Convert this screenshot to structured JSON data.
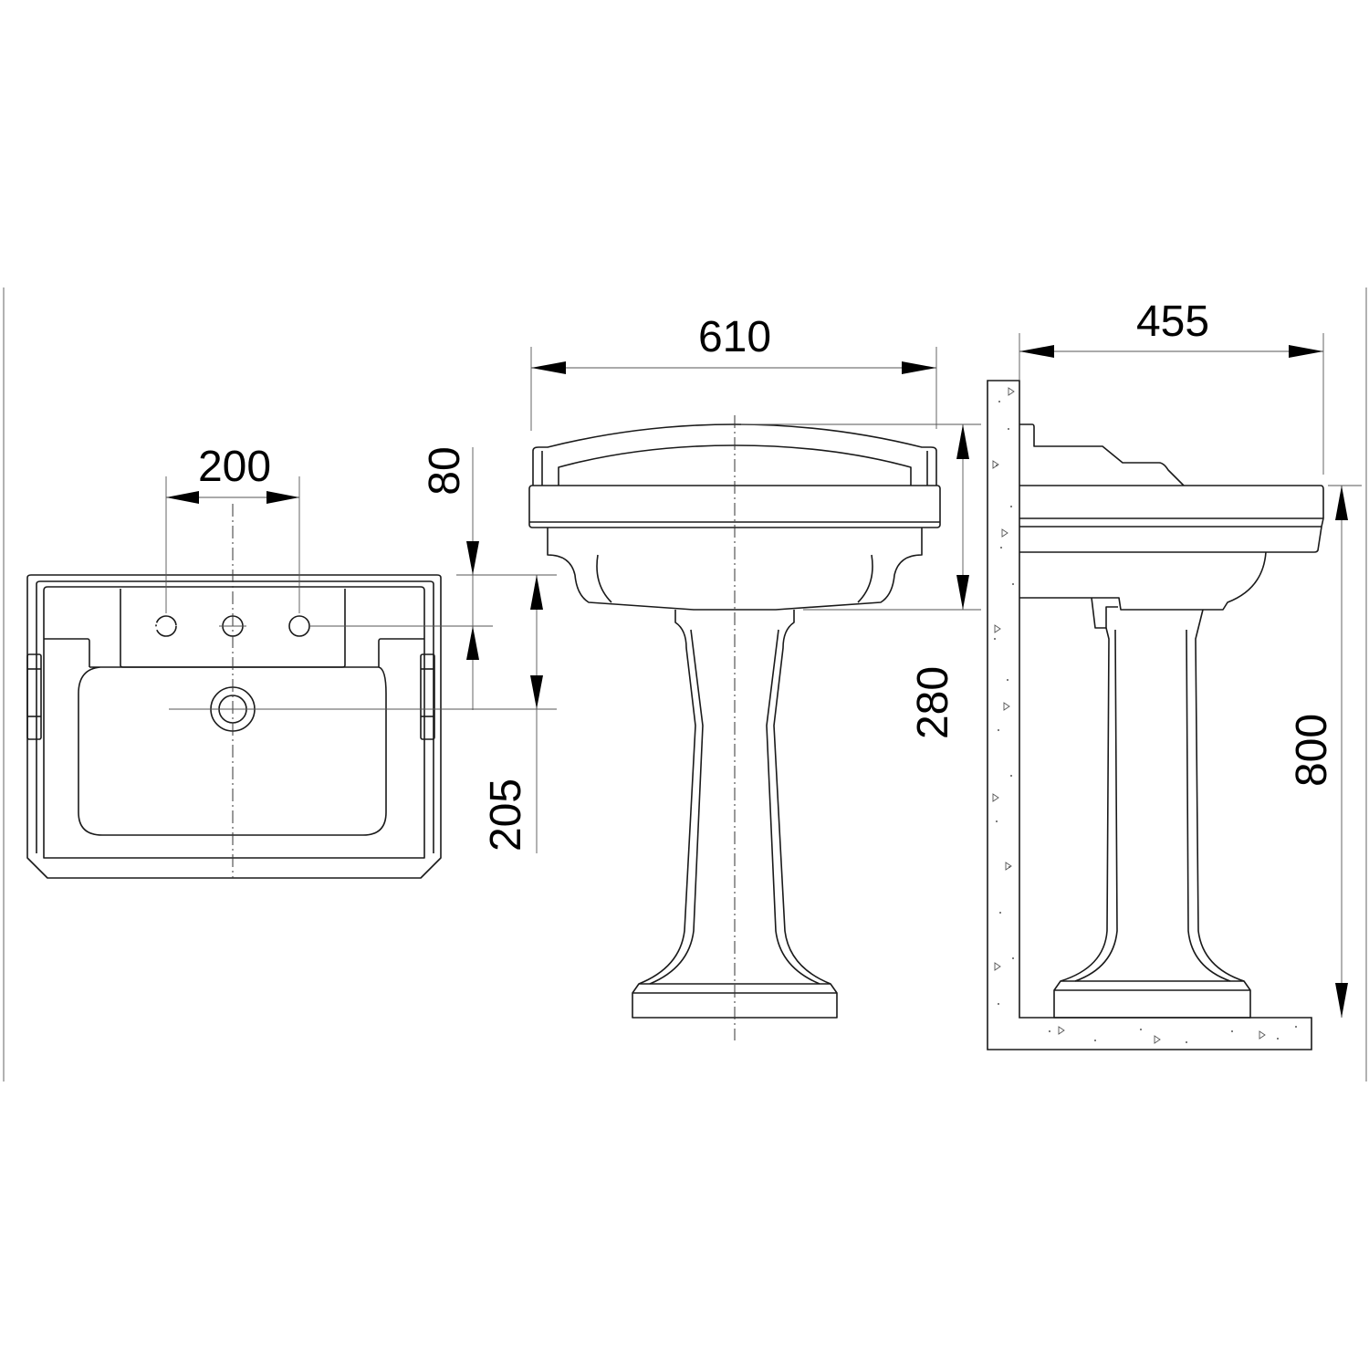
{
  "title": "Pedestal basin dimension drawing",
  "dimensions": {
    "tap_spacing": "200",
    "tap_to_rim": "80",
    "tap_to_waste": "205",
    "overall_width": "610",
    "basin_height": "280",
    "projection": "455",
    "overall_height": "800"
  },
  "colors": {
    "line": "#1a1a1a",
    "background": "#ffffff"
  }
}
